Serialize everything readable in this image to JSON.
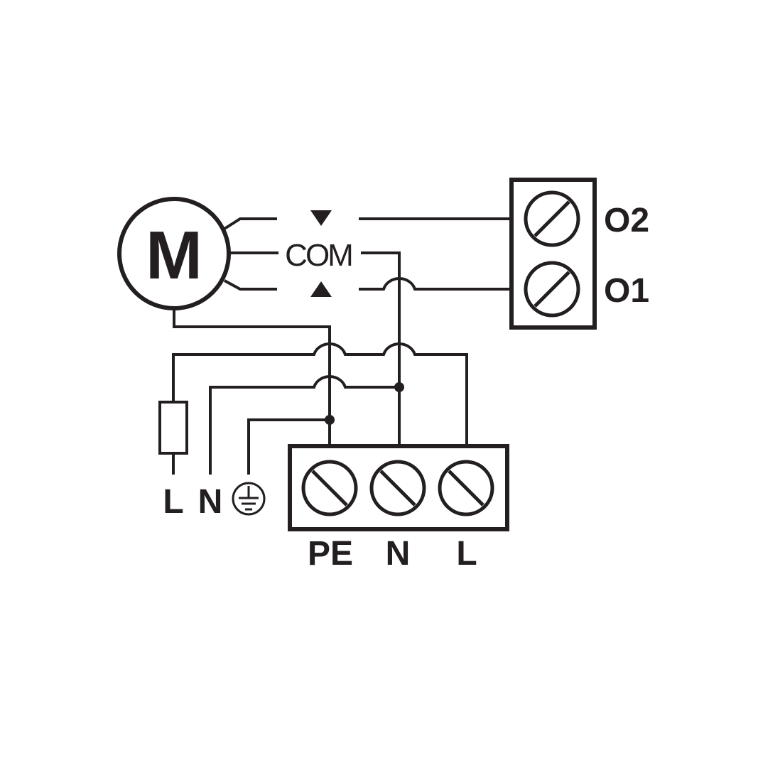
{
  "motor": {
    "label": "M"
  },
  "relay": {
    "com_label": "COM"
  },
  "outputs": {
    "o2_label": "O2",
    "o1_label": "O1"
  },
  "supply": {
    "l_label": "L",
    "n_label": "N"
  },
  "main_terminal": {
    "pe_label": "PE",
    "n_label": "N",
    "l_label": "L"
  },
  "colors": {
    "line": "#231f20",
    "background": "#ffffff"
  },
  "icons": [
    "ground-icon",
    "fuse-icon",
    "arrow-down-icon",
    "arrow-up-icon",
    "screw-terminal-icon"
  ]
}
